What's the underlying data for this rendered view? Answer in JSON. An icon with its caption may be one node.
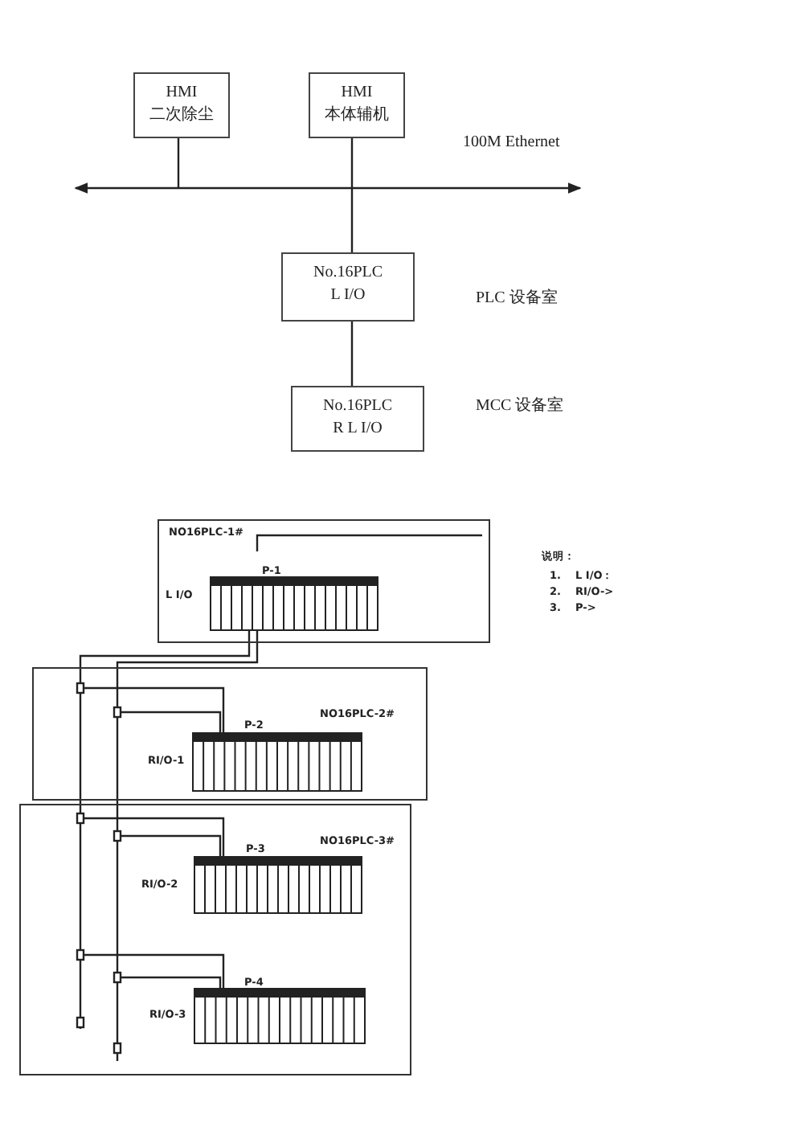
{
  "diagram": {
    "nodes": [
      {
        "text": [
          "HMI",
          "二次除尘"
        ]
      },
      {
        "text": [
          "HMI",
          "本体辅机"
        ]
      },
      {
        "text": [],
        "shape": "bar",
        "beside": [
          "100M Ethernet"
        ]
      },
      {
        "text": [
          "No.16PLC",
          "L I/O"
        ],
        "beside": [
          "PLC 设备室"
        ]
      },
      {
        "text": [
          "No.16PLC",
          "R L I/O"
        ],
        "beside": [
          "MCC 设备室"
        ]
      },
      {
        "text": [
          "NO16PLC-1#"
        ]
      },
      {
        "text": [
          "NO16PLC-2#"
        ]
      },
      {
        "text": [
          "NO16PLC-3#"
        ]
      }
    ],
    "edges": [
      {
        "from": 0,
        "to": 2,
        "arrow": "none"
      },
      {
        "from": 1,
        "to": 2,
        "arrow": "none"
      },
      {
        "from": 2,
        "to": 3,
        "arrow": "none"
      },
      {
        "from": 3,
        "to": 4,
        "arrow": "none"
      }
    ],
    "labels": [
      "P-1",
      "L I/O",
      "说明：",
      "1.",
      "L I/O：",
      "2.",
      "RI/O->",
      "3.",
      "P->",
      "P-2",
      "RI/O-1",
      "P-3",
      "RI/O-2",
      "P-4",
      "RI/O-3"
    ]
  }
}
